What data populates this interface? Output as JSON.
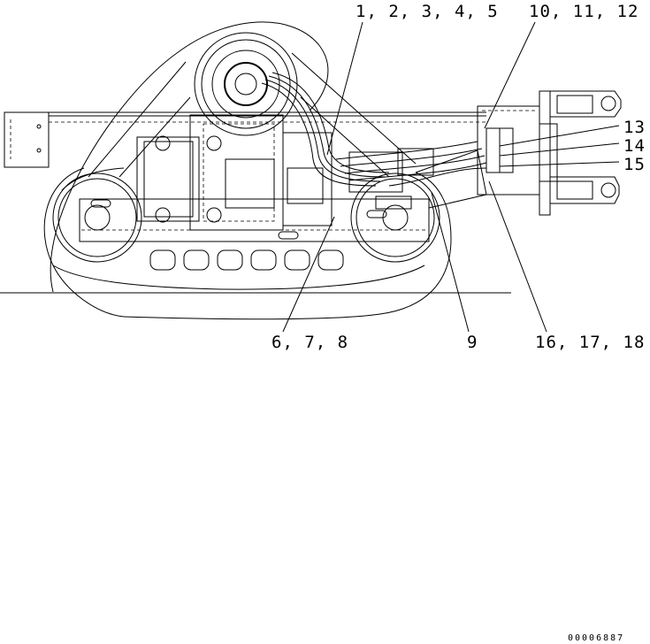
{
  "callouts": {
    "c_1_5": "1, 2, 3, 4, 5",
    "c_10_12": "10, 11, 12",
    "c_13": "13",
    "c_14": "14",
    "c_15": "15",
    "c_6_8": "6, 7, 8",
    "c_9": "9",
    "c_16_18": "16, 17, 18"
  },
  "document_number": "00006887",
  "colors": {
    "line": "#000000",
    "background": "#ffffff"
  }
}
